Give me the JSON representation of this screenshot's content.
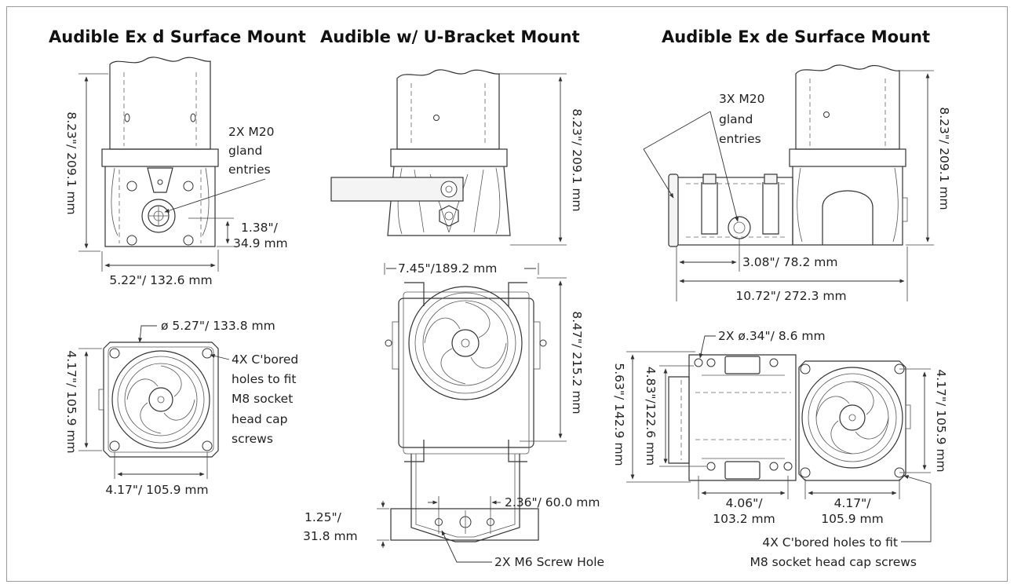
{
  "headings": {
    "exd": "Audible Ex d Surface Mount",
    "ubracket": "Audible w/ U-Bracket Mount",
    "exde": "Audible Ex de Surface Mount"
  },
  "exd_side": {
    "height": "8.23\"/ 209.1 mm",
    "gland": [
      "2X M20",
      "gland",
      "entries"
    ],
    "offset": [
      "1.38\"/",
      "34.9 mm"
    ],
    "width": "5.22\"/ 132.6 mm"
  },
  "exd_front": {
    "diameter": "ø 5.27\"/ 133.8 mm",
    "height": "4.17\"/ 105.9 mm",
    "holes": [
      "4X C'bored",
      "holes to fit",
      "M8 socket",
      "head cap",
      "screws"
    ],
    "width": "4.17\"/ 105.9 mm"
  },
  "ubracket_side": {
    "height": "8.23\"/ 209.1 mm"
  },
  "ubracket_front": {
    "width": "7.45\"/189.2 mm",
    "height": "8.47\"/ 215.2 mm"
  },
  "ubracket_plate": {
    "height": [
      "1.25\"/",
      "31.8 mm"
    ],
    "spacing": "2.36\"/ 60.0 mm",
    "screw": "2X M6 Screw Hole"
  },
  "exde_side": {
    "gland": [
      "3X M20",
      "gland",
      "entries"
    ],
    "height": "8.23\"/ 209.1 mm",
    "offset": "3.08\"/ 78.2 mm",
    "width": "10.72\"/ 272.3 mm"
  },
  "exde_front": {
    "mount": "2X ø.34\"/ 8.6 mm",
    "outer_height": "5.63\"/ 142.9 mm",
    "inner_height": "4.83\"/122.6 mm",
    "right_height": "4.17\"/ 105.9 mm",
    "box_width": [
      "4.06\"/",
      "103.2 mm"
    ],
    "horn_width": [
      "4.17\"/",
      "105.9 mm"
    ],
    "holes": [
      "4X C'bored holes to fit",
      "M8 socket head cap screws"
    ]
  },
  "colors": {
    "ink": "#222222",
    "frame": "#9a9a9a"
  }
}
